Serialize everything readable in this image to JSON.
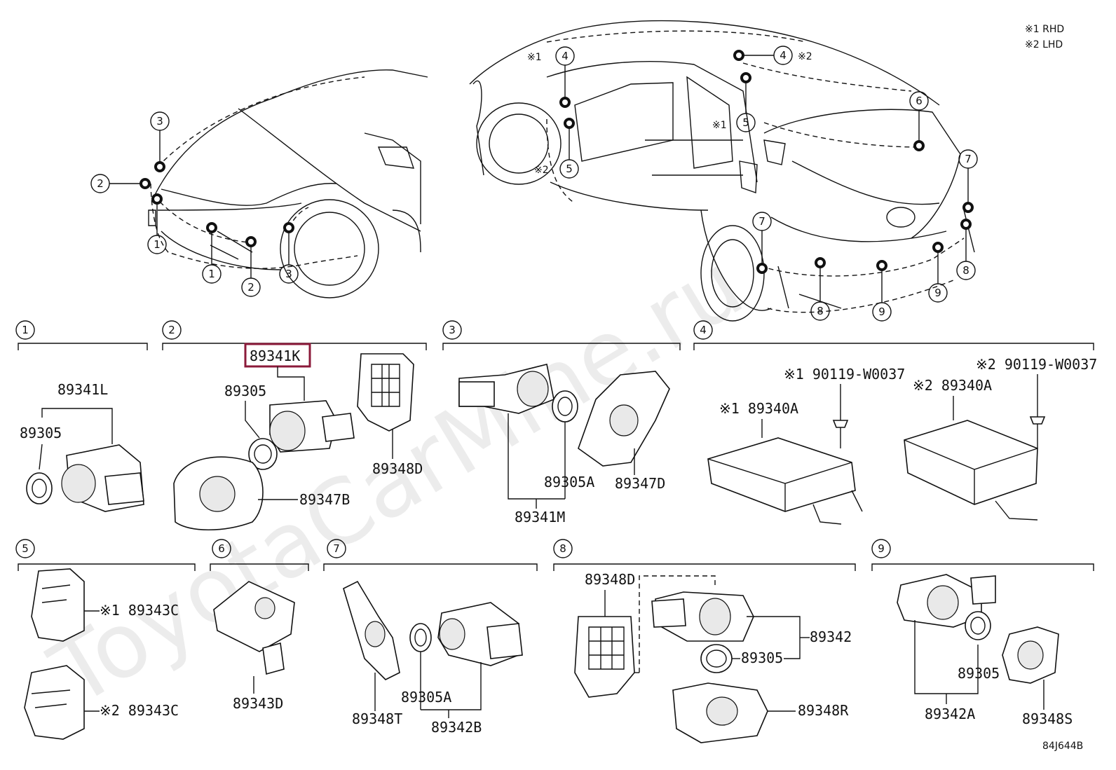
{
  "notes": {
    "rhd": "※1 RHD",
    "lhd": "※2 LHD"
  },
  "diagram_id": "84J644B",
  "watermark": "ToyotaCarMine.ru",
  "location_marks": {
    "m1": "1",
    "m2": "2",
    "m3": "3",
    "m4": "4",
    "m5": "5",
    "m6": "6",
    "m7": "7",
    "m8": "8",
    "m9": "9"
  },
  "side_marks": {
    "s1": "※1",
    "s2": "※2"
  },
  "sections": [
    {
      "index": "1",
      "parts": [
        "89341L",
        "89305"
      ]
    },
    {
      "index": "2",
      "parts": [
        "89341K",
        "89305",
        "89348D",
        "89347B"
      ]
    },
    {
      "index": "3",
      "parts": [
        "89305A",
        "89347D",
        "89341M"
      ]
    },
    {
      "index": "4",
      "parts": [
        "※1 90119-W0037",
        "※2 90119-W0037",
        "※1 89340A",
        "※2 89340A"
      ]
    },
    {
      "index": "5",
      "parts": [
        "※1 89343C",
        "※2 89343C"
      ]
    },
    {
      "index": "6",
      "parts": [
        "89343D"
      ]
    },
    {
      "index": "7",
      "parts": [
        "89348T",
        "89305A",
        "89342B"
      ]
    },
    {
      "index": "8",
      "parts": [
        "89348D",
        "89342",
        "89305",
        "89348R"
      ]
    },
    {
      "index": "9",
      "parts": [
        "89305",
        "89342A",
        "89348S"
      ]
    }
  ],
  "highlighted_part": "89341K",
  "colors": {
    "highlight": "#8b1a3a",
    "line": "#111111"
  }
}
